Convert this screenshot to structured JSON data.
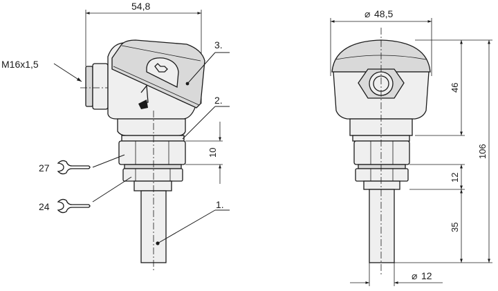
{
  "side_view": {
    "width_dim": "54,8",
    "thread_label": "M16x1,5",
    "callout_head": "3.",
    "callout_gasket": "2.",
    "callout_probe": "1.",
    "height_dim": "10",
    "wrench_upper": "27",
    "wrench_lower": "24"
  },
  "front_view": {
    "diameter_head": "48,5",
    "diameter_probe": "12",
    "dim_head_height": "46",
    "dim_total_height": "106",
    "dim_nut_height": "12",
    "dim_probe_length": "35",
    "diameter_symbol": "⌀"
  }
}
